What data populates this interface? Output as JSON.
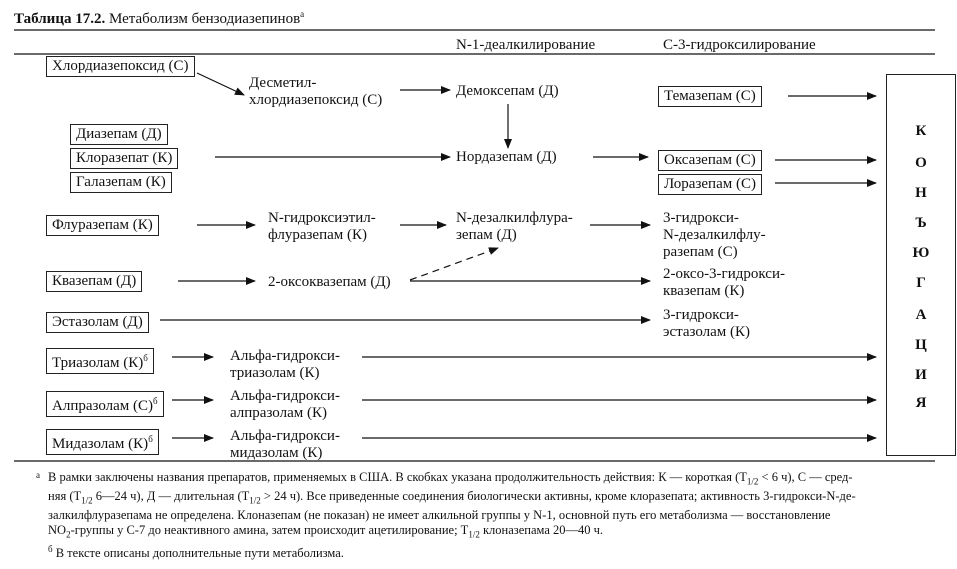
{
  "title": {
    "bold": "Таблица 17.2.",
    "text": " Метаболизм бензодиазепинов",
    "sup": "а"
  },
  "headers": {
    "n1": "N-1-деалкилирование",
    "c3": "С-3-гидроксилирование"
  },
  "conjugation": [
    "К",
    "О",
    "Н",
    "Ъ",
    "Ю",
    "Г",
    "А",
    "Ц",
    "И",
    "Я"
  ],
  "drugs": {
    "chlordiazepoxide": "Хлордиазепоксид (С)",
    "desmethyl_1": "Десметил-",
    "desmethyl_2": "хлордиазепоксид (С)",
    "demoxepam": "Демоксепам (Д)",
    "temazepam": "Темазепам (С)",
    "diazepam": "Диазепам (Д)",
    "clorazepate": "Клоразепат (К)",
    "halazepam": "Галазепам (К)",
    "nordazepam": "Нордазепам (Д)",
    "oxazepam": "Оксазепам (С)",
    "lorazepam": "Лоразепам (С)",
    "flurazepam": "Флуразепам (К)",
    "n_hydroxyethyl_1": "N-гидроксиэтил-",
    "n_hydroxyethyl_2": "флуразепам (К)",
    "n_desalkyl_1": "N-дезалкилфлура-",
    "n_desalkyl_2": "зепам (Д)",
    "hydroxy_desalkyl_1": "3-гидрокси-",
    "hydroxy_desalkyl_2": "N-дезалкилфлу-",
    "hydroxy_desalkyl_3": "разепам (С)",
    "quazepam": "Квазепам (Д)",
    "oxoquazepam": "2-оксоквазепам (Д)",
    "oxo_hydroxy_1": "2-оксо-3-гидрокси-",
    "oxo_hydroxy_2": "квазепам (К)",
    "estazolam": "Эстазолам (Д)",
    "hydroxy_estazolam_1": "3-гидрокси-",
    "hydroxy_estazolam_2": "эстазолам (К)",
    "triazolam": "Триазолам (К)",
    "alpha_triazolam_1": "Альфа-гидрокси-",
    "alpha_triazolam_2": "триазолам (К)",
    "alprazolam": "Алпразолам (С)",
    "alpha_alprazolam_1": "Альфа-гидрокси-",
    "alpha_alprazolam_2": "алпразолам (К)",
    "midazolam": "Мидазолам (К)",
    "alpha_midazolam_1": "Альфа-гидрокси-",
    "alpha_midazolam_2": "мидазолам (К)",
    "sup_b": "б"
  },
  "footnotes": {
    "a_mark": "а",
    "a_l1": "В рамки заключены названия препаратов, применяемых в США. В скобках указана продолжительность действия: К — короткая (T",
    "a_l1_sub": "1/2",
    "a_l1_end": " < 6 ч), С — сред-",
    "a_l2": "няя (T",
    "a_l2_sub": "1/2",
    "a_l2_end": " 6—24 ч), Д — длительная (T",
    "a_l2_sub2": "1/2",
    "a_l2_end2": " > 24 ч). Все приведенные соединения биологически активны, кроме клоразепата; активность 3-гидрокси-N-де-",
    "a_l3": "залкилфлуразепама не определена. Клоназепам (не показан) не имеет алкильной группы у N-1, основной путь его метаболизма — восстановление",
    "a_l4": "NO",
    "a_l4_sub": "2",
    "a_l4_end": "-группы у С-7 до неактивного амина, затем происходит ацетилирование; T",
    "a_l4_sub2": "1/2",
    "a_l4_end2": " клоназепама 20—40 ч.",
    "b_mark": "б",
    "b_text": "В тексте описаны дополнительные пути метаболизма."
  }
}
